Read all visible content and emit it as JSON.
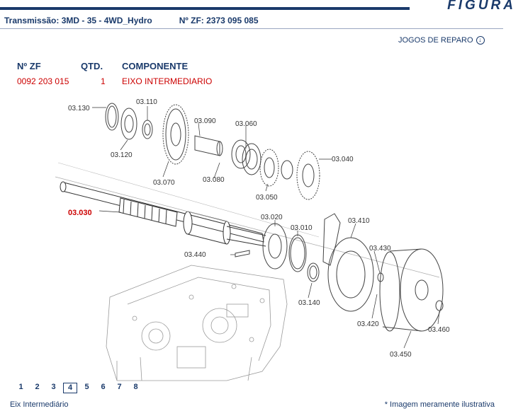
{
  "brand": {
    "title": "FIGURA"
  },
  "header": {
    "transmission": "Transmissão: 3MD - 35 - 4WD_Hydro",
    "zf_number": "Nº ZF: 2373 095 085"
  },
  "kits_link": {
    "label": "JOGOS DE REPARO"
  },
  "table": {
    "headers": [
      "Nº ZF",
      "QTD.",
      "COMPONENTE"
    ],
    "row": {
      "zf": "0092 203 015",
      "qty": "1",
      "component": "EIXO INTERMEDIARIO"
    }
  },
  "callouts": {
    "c03130": "03.130",
    "c03110": "03.110",
    "c03120": "03.120",
    "c03090": "03.090",
    "c03060": "03.060",
    "c03070": "03.070",
    "c03080": "03.080",
    "c03050": "03.050",
    "c03040": "03.040",
    "c03030": "03.030",
    "c03020": "03.020",
    "c03010": "03.010",
    "c03410": "03.410",
    "c03430": "03.430",
    "c03440": "03.440",
    "c03140": "03.140",
    "c03420": "03.420",
    "c03460": "03.460",
    "c03450": "03.450"
  },
  "pagination": {
    "pages": [
      "1",
      "2",
      "3",
      "4",
      "5",
      "6",
      "7",
      "8"
    ],
    "current": "4"
  },
  "footer": {
    "caption": "Eix Intermediário",
    "note": "* Imagem meramente ilustrativa"
  }
}
